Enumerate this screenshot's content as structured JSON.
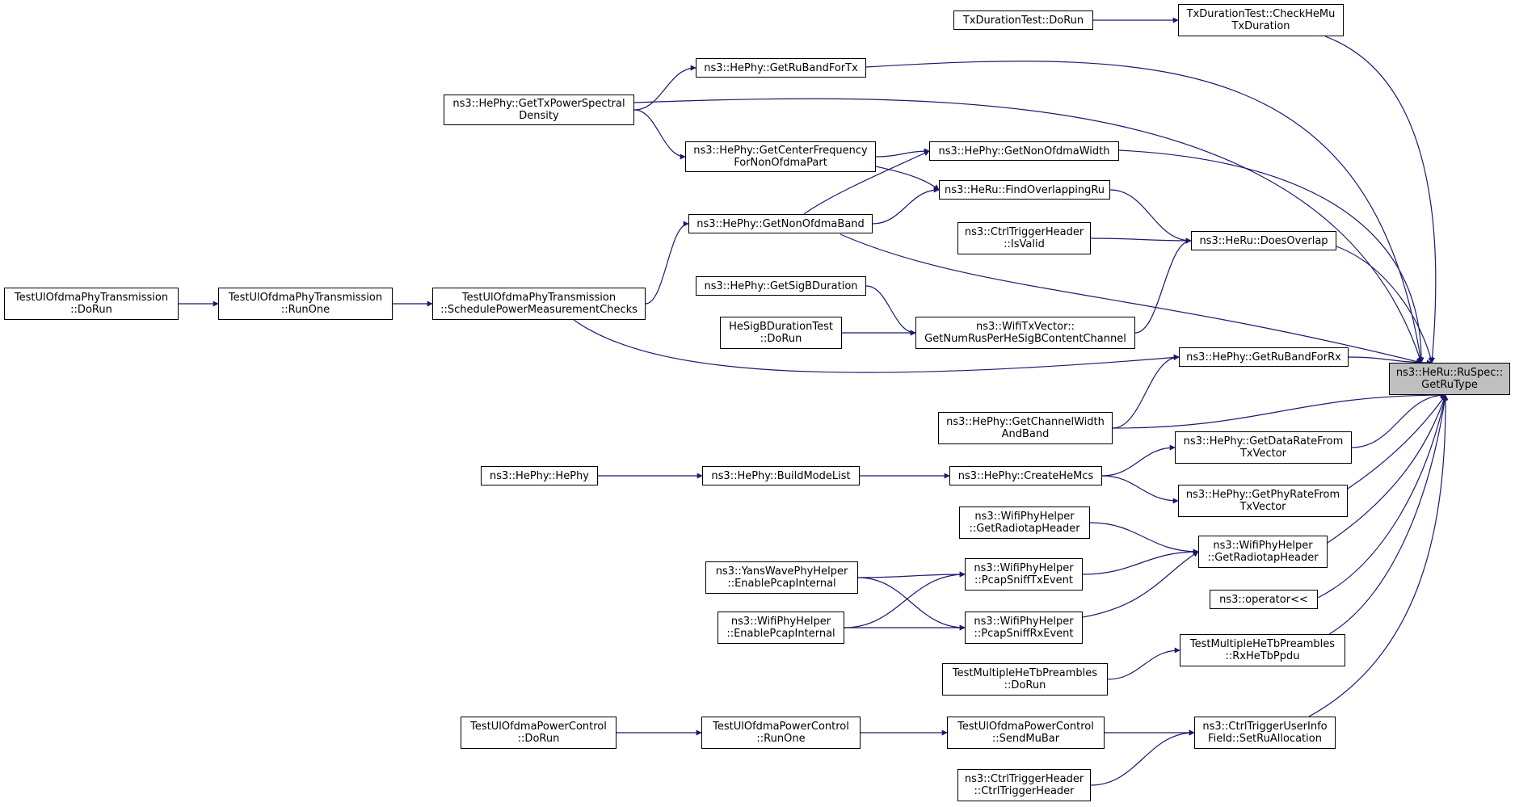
{
  "colors": {
    "edge": "#191970",
    "focus_fill": "#bfbfbf",
    "node_fill": "#ffffff",
    "node_border": "#000000"
  },
  "nodes": [
    {
      "id": "getRuType",
      "lines": [
        "ns3::HeRu::RuSpec::",
        "GetRuType"
      ],
      "focus": true
    },
    {
      "id": "txDurDoRun",
      "lines": [
        "TxDurationTest::DoRun"
      ]
    },
    {
      "id": "checkHeMu",
      "lines": [
        "TxDurationTest::CheckHeMu",
        "TxDuration"
      ]
    },
    {
      "id": "getRuBandForTx",
      "lines": [
        "ns3::HePhy::GetRuBandForTx"
      ]
    },
    {
      "id": "getTxPsd",
      "lines": [
        "ns3::HePhy::GetTxPowerSpectral",
        "Density"
      ]
    },
    {
      "id": "getCenterFreq",
      "lines": [
        "ns3::HePhy::GetCenterFrequency",
        "ForNonOfdmaPart"
      ]
    },
    {
      "id": "getNonOfdmaWidth",
      "lines": [
        "ns3::HePhy::GetNonOfdmaWidth"
      ]
    },
    {
      "id": "findOverlapping",
      "lines": [
        "ns3::HeRu::FindOverlappingRu"
      ]
    },
    {
      "id": "getNonOfdmaBand",
      "lines": [
        "ns3::HePhy::GetNonOfdmaBand"
      ]
    },
    {
      "id": "ctrlIsValid",
      "lines": [
        "ns3::CtrlTriggerHeader",
        "::IsValid"
      ]
    },
    {
      "id": "doesOverlap",
      "lines": [
        "ns3::HeRu::DoesOverlap"
      ]
    },
    {
      "id": "ulDoRun",
      "lines": [
        "TestUlOfdmaPhyTransmission",
        "::DoRun"
      ]
    },
    {
      "id": "ulRunOne",
      "lines": [
        "TestUlOfdmaPhyTransmission",
        "::RunOne"
      ]
    },
    {
      "id": "ulSchedule",
      "lines": [
        "TestUlOfdmaPhyTransmission",
        "::SchedulePowerMeasurementChecks"
      ]
    },
    {
      "id": "getSigB",
      "lines": [
        "ns3::HePhy::GetSigBDuration"
      ]
    },
    {
      "id": "heSigBDoRun",
      "lines": [
        "HeSigBDurationTest",
        "::DoRun"
      ]
    },
    {
      "id": "getNumRus",
      "lines": [
        "ns3::WifiTxVector::",
        "GetNumRusPerHeSigBContentChannel"
      ]
    },
    {
      "id": "getRuBandForRx",
      "lines": [
        "ns3::HePhy::GetRuBandForRx"
      ]
    },
    {
      "id": "getChWidth",
      "lines": [
        "ns3::HePhy::GetChannelWidth",
        "AndBand"
      ]
    },
    {
      "id": "getDataRate",
      "lines": [
        "ns3::HePhy::GetDataRateFrom",
        "TxVector"
      ]
    },
    {
      "id": "hePhyCtor",
      "lines": [
        "ns3::HePhy::HePhy"
      ]
    },
    {
      "id": "buildModeList",
      "lines": [
        "ns3::HePhy::BuildModeList"
      ]
    },
    {
      "id": "createHeMcs",
      "lines": [
        "ns3::HePhy::CreateHeMcs"
      ]
    },
    {
      "id": "getPhyRate",
      "lines": [
        "ns3::HePhy::GetPhyRateFrom",
        "TxVector"
      ]
    },
    {
      "id": "radiotapLeft",
      "lines": [
        "ns3::WifiPhyHelper",
        "::GetRadiotapHeader"
      ]
    },
    {
      "id": "radiotapRight",
      "lines": [
        "ns3::WifiPhyHelper",
        "::GetRadiotapHeader"
      ]
    },
    {
      "id": "yansEnable",
      "lines": [
        "ns3::YansWavePhyHelper",
        "::EnablePcapInternal"
      ]
    },
    {
      "id": "pcapTx",
      "lines": [
        "ns3::WifiPhyHelper",
        "::PcapSniffTxEvent"
      ]
    },
    {
      "id": "wifiEnable",
      "lines": [
        "ns3::WifiPhyHelper",
        "::EnablePcapInternal"
      ]
    },
    {
      "id": "pcapRx",
      "lines": [
        "ns3::WifiPhyHelper",
        "::PcapSniffRxEvent"
      ]
    },
    {
      "id": "operatorLtLt",
      "lines": [
        "ns3::operator<<"
      ]
    },
    {
      "id": "rxHeTbPpdu",
      "lines": [
        "TestMultipleHeTbPreambles",
        "::RxHeTbPpdu"
      ]
    },
    {
      "id": "multiDoRun",
      "lines": [
        "TestMultipleHeTbPreambles",
        "::DoRun"
      ]
    },
    {
      "id": "pcDoRun",
      "lines": [
        "TestUlOfdmaPowerControl",
        "::DoRun"
      ]
    },
    {
      "id": "pcRunOne",
      "lines": [
        "TestUlOfdmaPowerControl",
        "::RunOne"
      ]
    },
    {
      "id": "pcSendMuBar",
      "lines": [
        "TestUlOfdmaPowerControl",
        "::SendMuBar"
      ]
    },
    {
      "id": "setRuAlloc",
      "lines": [
        "ns3::CtrlTriggerUserInfo",
        "Field::SetRuAllocation"
      ]
    },
    {
      "id": "ctrlCtor",
      "lines": [
        "ns3::CtrlTriggerHeader",
        "::CtrlTriggerHeader"
      ]
    }
  ],
  "edges": [
    [
      "txDurDoRun",
      "checkHeMu"
    ],
    [
      "checkHeMu",
      "getRuType"
    ],
    [
      "getRuBandForTx",
      "getRuType"
    ],
    [
      "getTxPsd",
      "getRuBandForTx"
    ],
    [
      "getTxPsd",
      "getRuType"
    ],
    [
      "getTxPsd",
      "getCenterFreq"
    ],
    [
      "getCenterFreq",
      "getNonOfdmaWidth"
    ],
    [
      "getCenterFreq",
      "findOverlapping"
    ],
    [
      "getNonOfdmaWidth",
      "getRuType"
    ],
    [
      "getNonOfdmaBand",
      "getNonOfdmaWidth"
    ],
    [
      "getNonOfdmaBand",
      "findOverlapping"
    ],
    [
      "getNonOfdmaBand",
      "getRuType"
    ],
    [
      "findOverlapping",
      "doesOverlap"
    ],
    [
      "ctrlIsValid",
      "doesOverlap"
    ],
    [
      "doesOverlap",
      "getRuType"
    ],
    [
      "ulDoRun",
      "ulRunOne"
    ],
    [
      "ulRunOne",
      "ulSchedule"
    ],
    [
      "ulSchedule",
      "getNonOfdmaBand"
    ],
    [
      "ulSchedule",
      "getRuBandForRx"
    ],
    [
      "getSigB",
      "getNumRus"
    ],
    [
      "heSigBDoRun",
      "getNumRus"
    ],
    [
      "getNumRus",
      "doesOverlap"
    ],
    [
      "getRuBandForRx",
      "getRuType"
    ],
    [
      "getChWidth",
      "getRuBandForRx"
    ],
    [
      "getChWidth",
      "getRuType"
    ],
    [
      "getDataRate",
      "getRuType"
    ],
    [
      "hePhyCtor",
      "buildModeList"
    ],
    [
      "buildModeList",
      "createHeMcs"
    ],
    [
      "createHeMcs",
      "getDataRate"
    ],
    [
      "createHeMcs",
      "getPhyRate"
    ],
    [
      "getPhyRate",
      "getRuType"
    ],
    [
      "radiotapRight",
      "getRuType"
    ],
    [
      "radiotapLeft",
      "radiotapRight"
    ],
    [
      "pcapTx",
      "radiotapRight"
    ],
    [
      "pcapRx",
      "radiotapRight"
    ],
    [
      "yansEnable",
      "pcapTx"
    ],
    [
      "yansEnable",
      "pcapRx"
    ],
    [
      "wifiEnable",
      "pcapTx"
    ],
    [
      "wifiEnable",
      "pcapRx"
    ],
    [
      "operatorLtLt",
      "getRuType"
    ],
    [
      "rxHeTbPpdu",
      "getRuType"
    ],
    [
      "multiDoRun",
      "rxHeTbPpdu"
    ],
    [
      "pcDoRun",
      "pcRunOne"
    ],
    [
      "pcRunOne",
      "pcSendMuBar"
    ],
    [
      "pcSendMuBar",
      "setRuAlloc"
    ],
    [
      "setRuAlloc",
      "getRuType"
    ],
    [
      "ctrlCtor",
      "setRuAlloc"
    ]
  ]
}
